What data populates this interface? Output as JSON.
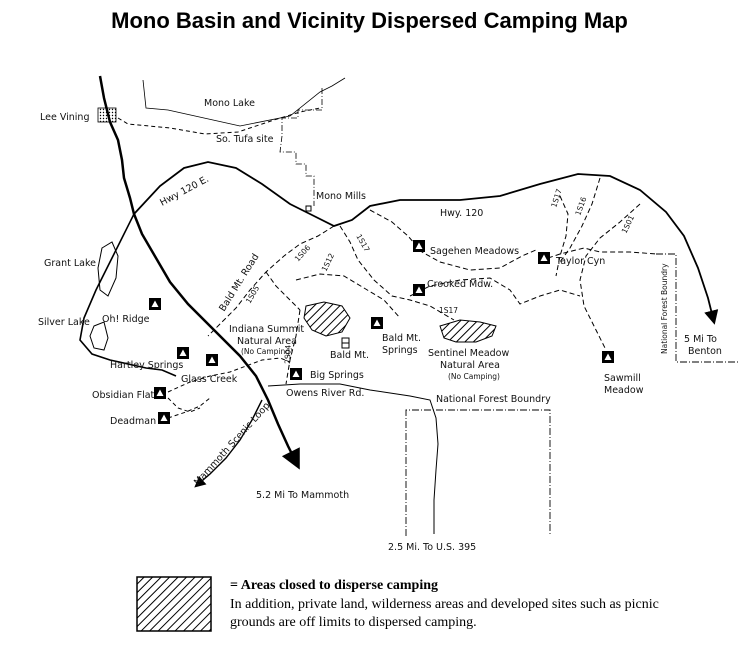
{
  "title": "Mono Basin and Vicinity Dispersed Camping Map",
  "places": {
    "lee_vining": "Lee Vining",
    "mono_lake": "Mono Lake",
    "so_tufa": "So. Tufa site",
    "mono_mills": "Mono Mills",
    "grant_lake": "Grant Lake",
    "silver_lake": "Silver Lake",
    "oh_ridge": "Oh! Ridge",
    "hartley_springs": "Hartley Springs",
    "glass_creek": "Glass Creek",
    "obsidian_flat": "Obsidian Flat",
    "deadman": "Deadman",
    "indiana_summit_1": "Indiana Summit",
    "indiana_summit_2": "Natural Area",
    "indiana_summit_3": "(No Camping)",
    "bald_mt": "Bald Mt.",
    "bald_mt_springs_1": "Bald Mt.",
    "bald_mt_springs_2": "Springs",
    "big_springs": "Big Springs",
    "sagehen": "Sagehen Meadows",
    "crooked": "Crooked Mdw.",
    "taylor_cyn": "Taylor Cyn",
    "sentinel_1": "Sentinel Meadow",
    "sentinel_2": "Natural Area",
    "sentinel_3": "(No Camping)",
    "sawmill_1": "Sawmill",
    "sawmill_2": "Meadow",
    "benton_1": "5 Mi To",
    "benton_2": "Benton",
    "mammoth": "5.2 Mi To Mammoth",
    "us395": "2.5 Mi. To U.S. 395"
  },
  "roads": {
    "hwy120e": "Hwy 120 E.",
    "hwy120": "Hwy. 120",
    "bald_mt_rd": "Bald Mt. Road",
    "owens_river_rd": "Owens River Rd.",
    "mammoth_scenic": "Mammoth Scenic Loop",
    "r1s06": "1S06",
    "r1s05": "1S05",
    "r1s12": "1S12",
    "r1s17a": "1S17",
    "r1s17b": "1S17",
    "r1s17c": "1S17",
    "r1s16": "1S16",
    "r1s01": "1S01",
    "r2s04": "2S04"
  },
  "boundaries": {
    "nfb_south": "National Forest Boundry",
    "nfb_east": "National Forest Boundry"
  },
  "legend": {
    "title": "= Areas closed to disperse camping",
    "text": "In addition, private land, wilderness areas and developed sites such as picnic grounds are off limits to dispersed camping."
  }
}
